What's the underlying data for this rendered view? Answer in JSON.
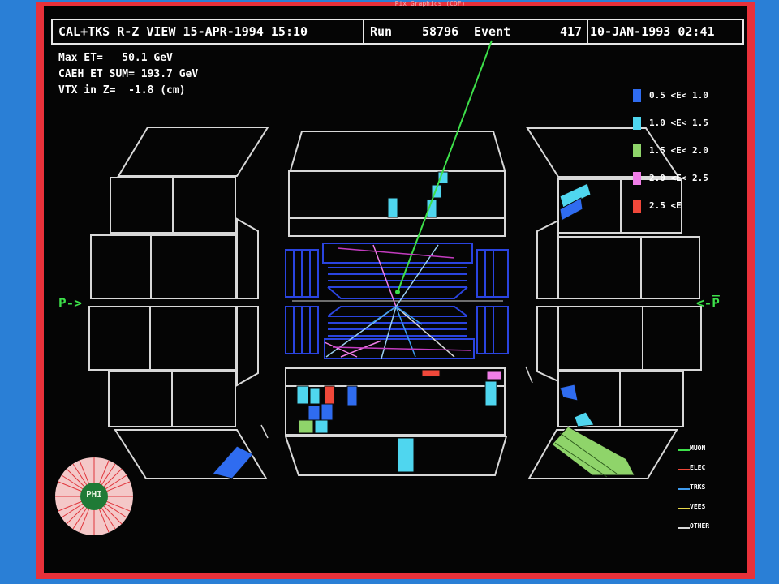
{
  "window_title": "Pix Graphics (CDF)",
  "header": {
    "view_title": "CAL+TKS R-Z VIEW 15-APR-1994 15:10",
    "run_label": "Run",
    "run_number": "58796",
    "event_label": "Event",
    "event_number": "417",
    "event_timestamp": "10-JAN-1993 02:41"
  },
  "info": {
    "max_et": "Max ET=   50.1 GeV",
    "caeh_et_sum": "CAEH ET SUM= 193.7 GeV",
    "vtx_z": "VTX in Z=  -1.8 (cm)"
  },
  "energy_legend": [
    {
      "label": "0.5 <E< 1.0",
      "color": "#2f6cf0"
    },
    {
      "label": "1.0 <E< 1.5",
      "color": "#4fd6ef"
    },
    {
      "label": "1.5 <E< 2.0",
      "color": "#8fd46a"
    },
    {
      "label": "2.0 <E< 2.5",
      "color": "#f07ee8"
    },
    {
      "label": "2.5 <E",
      "color": "#f0483a"
    }
  ],
  "beams": {
    "left": "P->",
    "right": "<-P̅"
  },
  "track_legend": [
    {
      "label": "MUON",
      "color": "#3de04a"
    },
    {
      "label": "ELEC",
      "color": "#f0483a"
    },
    {
      "label": "TRKS",
      "color": "#3f9cf0"
    },
    {
      "label": "VEES",
      "color": "#e8d84a"
    },
    {
      "label": "OTHER",
      "color": "#d8d8d8"
    }
  ],
  "logo": {
    "text": "PHI"
  }
}
